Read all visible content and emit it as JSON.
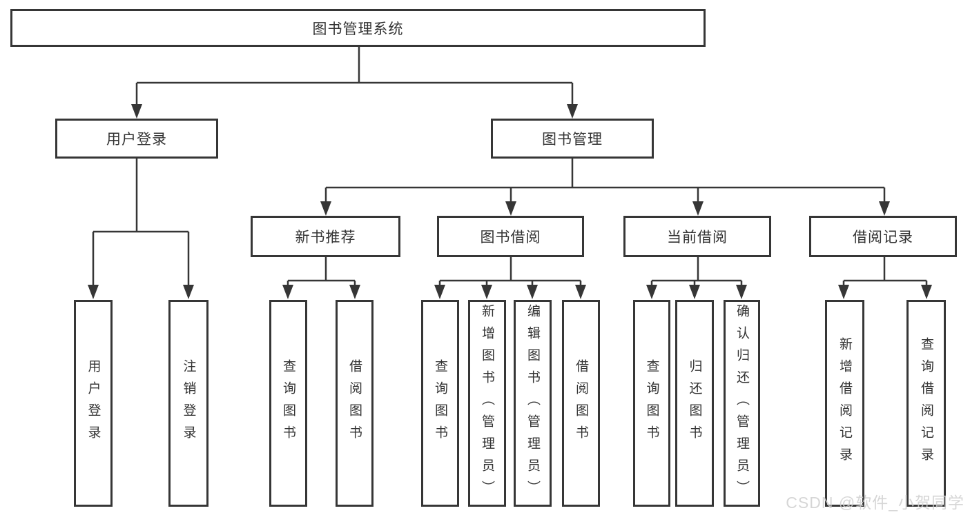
{
  "diagram_type": "hierarchy-flowchart",
  "colors": {
    "line": "#363636",
    "text": "#333333",
    "background": "#ffffff",
    "watermark": "#cfcfcf"
  },
  "watermark": {
    "text": "CSDN @软件_小贺同学"
  },
  "tree": {
    "label": "图书管理系统",
    "children": [
      {
        "label": "用户登录",
        "children": [
          {
            "label": "用户登录"
          },
          {
            "label": "注销登录"
          }
        ]
      },
      {
        "label": "图书管理",
        "children": [
          {
            "label": "新书推荐",
            "children": [
              {
                "label": "查询图书"
              },
              {
                "label": "借阅图书"
              }
            ]
          },
          {
            "label": "图书借阅",
            "children": [
              {
                "label": "查询图书"
              },
              {
                "label": "新增图书（管理员）"
              },
              {
                "label": "编辑图书（管理员）"
              },
              {
                "label": "借阅图书"
              }
            ]
          },
          {
            "label": "当前借阅",
            "children": [
              {
                "label": "查询图书"
              },
              {
                "label": "归还图书"
              },
              {
                "label": "确认归还（管理员）"
              }
            ]
          },
          {
            "label": "借阅记录",
            "children": [
              {
                "label": "新增借阅记录"
              },
              {
                "label": "查询借阅记录"
              }
            ]
          }
        ]
      }
    ]
  }
}
